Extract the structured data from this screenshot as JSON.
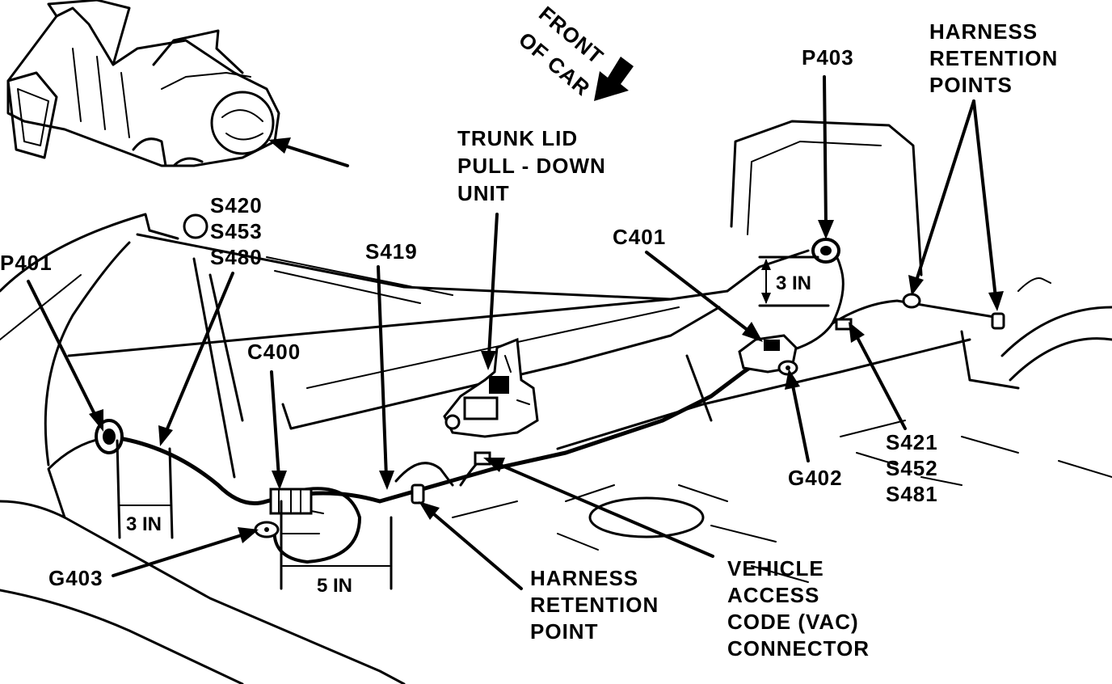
{
  "labels": {
    "front_of_car_1": "FRONT",
    "front_of_car_2": "OF CAR",
    "p401": "P401",
    "s420": "S420",
    "s453": "S453",
    "s480": "S480",
    "s419": "S419",
    "trunk_lid_1": "TRUNK LID",
    "trunk_lid_2": "PULL - DOWN",
    "trunk_lid_3": "UNIT",
    "c401": "C401",
    "p403": "P403",
    "harness_points_1": "HARNESS",
    "harness_points_2": "RETENTION",
    "harness_points_3": "POINTS",
    "c400": "C400",
    "g403": "G403",
    "g402": "G402",
    "s421": "S421",
    "s452": "S452",
    "s481": "S481",
    "harness_point_1": "HARNESS",
    "harness_point_2": "RETENTION",
    "harness_point_3": "POINT",
    "vac_1": "VEHICLE",
    "vac_2": "ACCESS",
    "vac_3": "CODE (VAC)",
    "vac_4": "CONNECTOR",
    "dim_3in_left": "3 IN",
    "dim_5in": "5 IN",
    "dim_3in_right": "3 IN"
  }
}
